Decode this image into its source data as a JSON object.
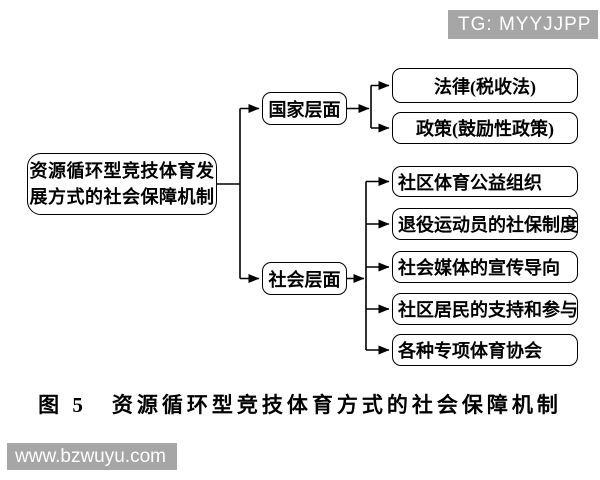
{
  "badge": {
    "text": "TG: MYYJJPP"
  },
  "watermark": {
    "text": "www.bzwuyu.com"
  },
  "caption": {
    "text": "图 5　资源循环型竞技体育方式的社会保障机制"
  },
  "diagram": {
    "root": {
      "line1": "资源循环型竞技体育发",
      "line2": "展方式的社会保障机制"
    },
    "levels": [
      {
        "label": "国家层面",
        "children": [
          "法律(税收法)",
          "政策(鼓励性政策)"
        ]
      },
      {
        "label": "社会层面",
        "children": [
          "社区体育公益组织",
          "退役运动员的社保制度",
          "社会媒体的宣传导向",
          "社区居民的支持和参与",
          "各种专项体育协会"
        ]
      }
    ]
  },
  "colors": {
    "border": "#000000",
    "badge_bg": "#a6a6a6",
    "watermark_bg": "#a6a6a6",
    "background": "#ffffff",
    "text": "#000000"
  }
}
